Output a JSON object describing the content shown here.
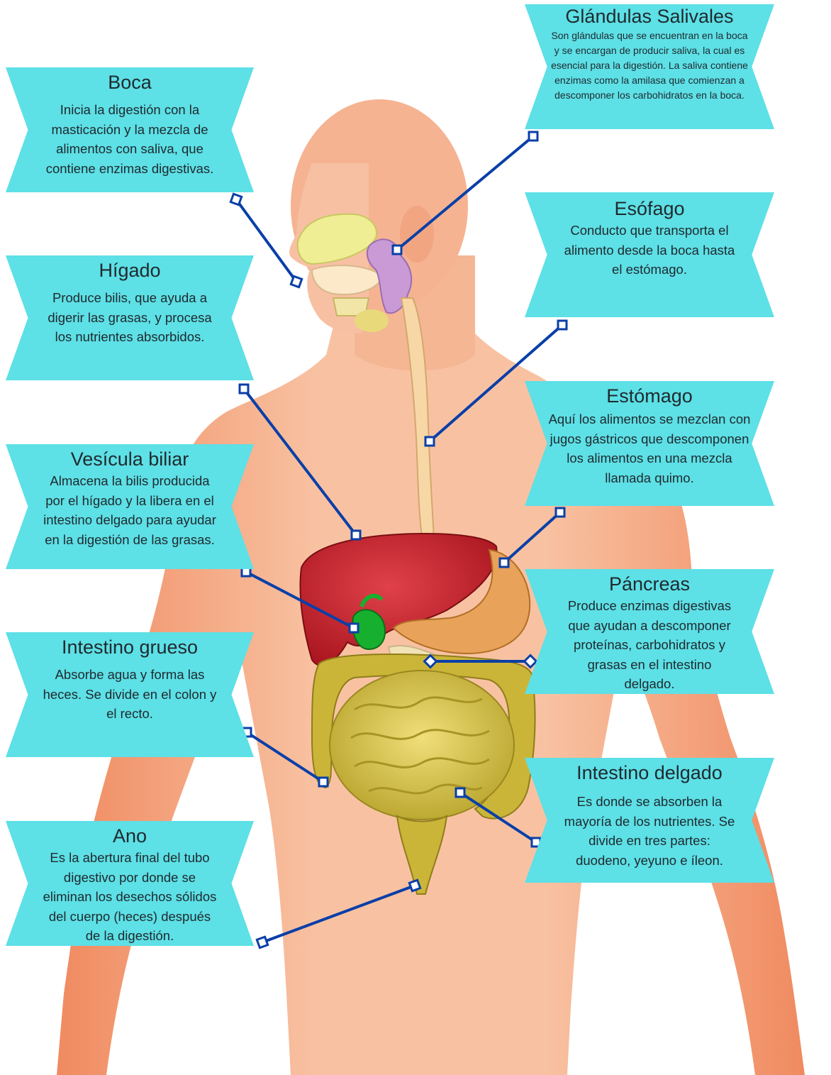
{
  "labels": {
    "boca": {
      "title": "Boca",
      "desc": "Inicia la digestión con la masticación y la mezcla de alimentos con saliva, que contiene enzimas digestivas."
    },
    "higado": {
      "title": "Hígado",
      "desc": "Produce bilis, que ayuda a digerir las grasas, y procesa los nutrientes absorbidos."
    },
    "vesicula": {
      "title": "Vesícula biliar",
      "desc": "Almacena la bilis producida por el hígado y la libera en el intestino delgado para ayudar en la digestión de las grasas."
    },
    "grueso": {
      "title": "Intestino grueso",
      "desc": "Absorbe agua y forma las heces. Se divide en el colon y el recto."
    },
    "ano": {
      "title": "Ano",
      "desc": "Es la abertura final del tubo digestivo por donde se eliminan los desechos sólidos del cuerpo (heces) después de la digestión."
    },
    "glandulas": {
      "title": "Glándulas Salivales",
      "desc": "Son glándulas que se encuentran en la boca y se encargan de producir saliva, la cual es esencial para la digestión. La saliva contiene enzimas como la amilasa que comienzan a descomponer los carbohidratos en la boca."
    },
    "esofago": {
      "title": "Esófago",
      "desc": "Conducto que transporta el alimento desde la boca hasta el estómago."
    },
    "estomago": {
      "title": "Estómago",
      "desc": "Aquí los alimentos se mezclan con jugos gástricos que descomponen los alimentos en una mezcla llamada quimo."
    },
    "pancreas": {
      "title": "Páncreas",
      "desc": "Produce enzimas digestivas que ayudan a descomponer proteínas, carbohidratos y grasas en el intestino delgado."
    },
    "delgado": {
      "title": "Intestino delgado",
      "desc": "Es donde se absorben la mayoría de los nutrientes. Se divide en tres partes: duodeno, yeyuno e íleon."
    }
  },
  "colors": {
    "banner": "#5de0e6",
    "connector": "#0a3fa8",
    "skin": "#f6b28f",
    "liver": "#c8202a",
    "intestine": "#d9c341",
    "stomach": "#e8a25a",
    "gallbladder": "#16b02e",
    "salivary": "#c99ad6"
  }
}
